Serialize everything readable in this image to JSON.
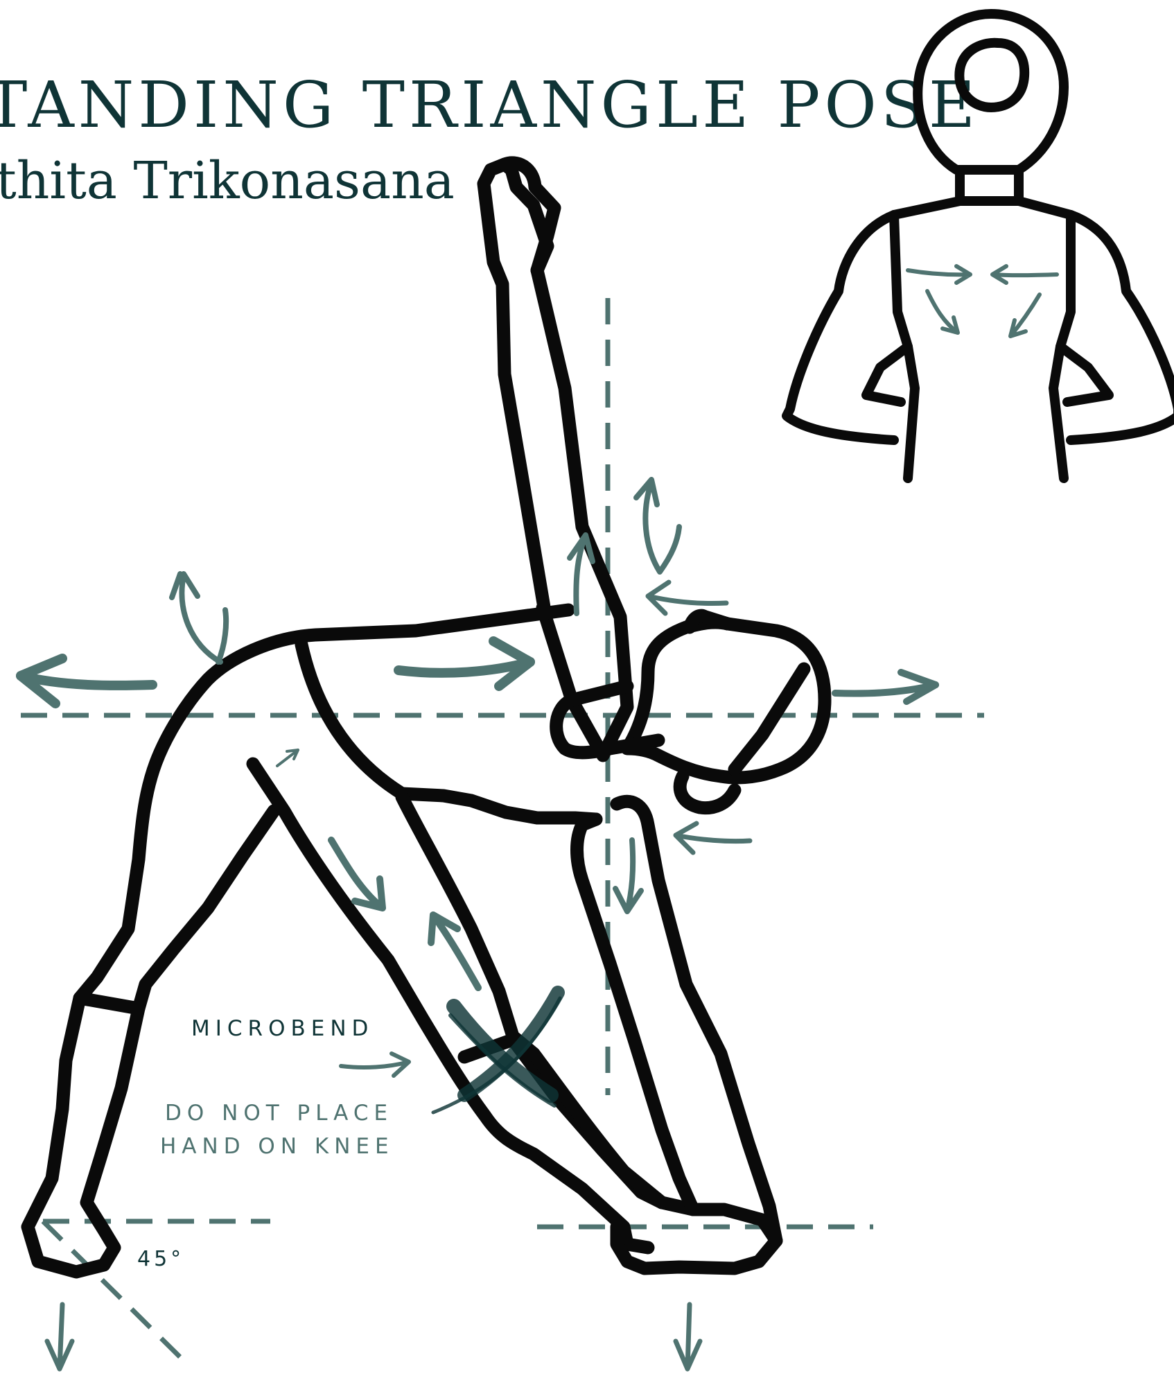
{
  "title": "TANDING TRIANGLE POSE",
  "subtitle": "thita Trikonasana",
  "annotations": {
    "microbend": "MICROBEND",
    "do_not_place_line1": "DO NOT PLACE",
    "do_not_place_line2": "HAND ON KNEE",
    "foot_angle": "45°"
  },
  "colors": {
    "ink": "#0a0a0a",
    "accent": "#4f7370",
    "title": "#0f3436"
  }
}
